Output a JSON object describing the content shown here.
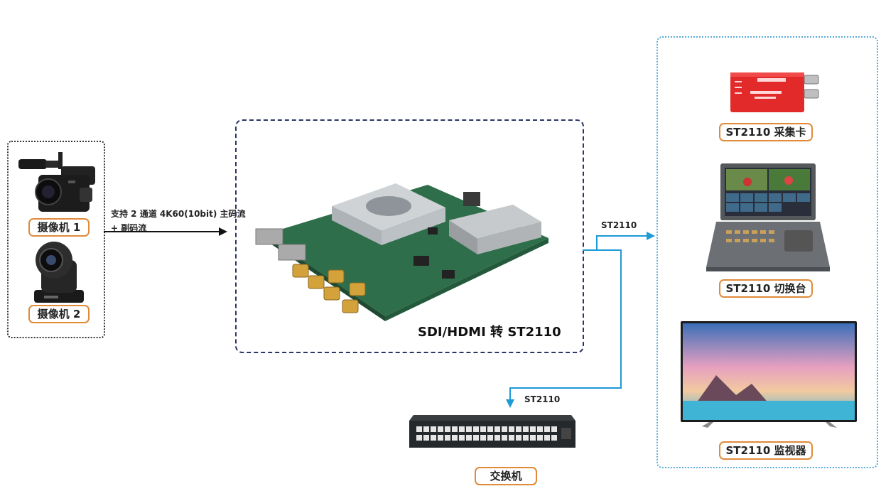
{
  "cameras": {
    "cam1_label": "摄像机 1",
    "cam2_label": "摄像机 2"
  },
  "link_left": {
    "line1": "支持 2 通道 4K60(10bit) 主码流",
    "line2": "+ 副码流"
  },
  "board": {
    "caption": "SDI/HDMI 转 ST2110"
  },
  "link_right_label": "ST2110",
  "link_down_label": "ST2110",
  "switch_label": "交换机",
  "outputs": {
    "capture_label": "ST2110 采集卡",
    "switcher_label": "ST2110 切换台",
    "monitor_label": "ST2110 监视器"
  },
  "colors": {
    "label_border": "#e08a3a",
    "board_border": "#2b3466",
    "outputs_border": "#5aaad6",
    "arrow_blue": "#1e9ad6",
    "arrow_black": "#111111"
  }
}
